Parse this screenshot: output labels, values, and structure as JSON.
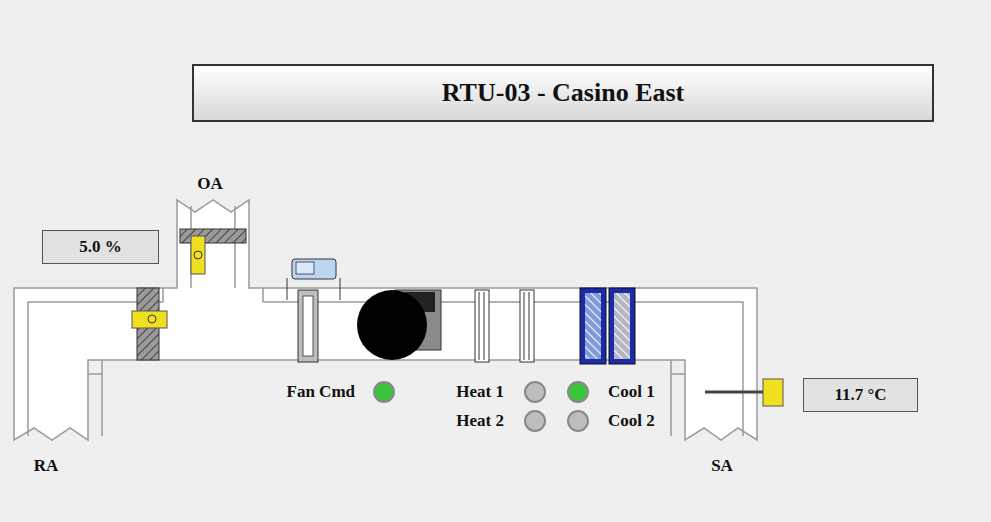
{
  "diagram": {
    "title": "RTU-03 - Casino East",
    "nodes": [
      {
        "text": [
          "5.0 %"
        ]
      },
      {
        "text": [
          "11.7 °C"
        ]
      }
    ],
    "labels": [
      "OA",
      "Fan Cmd",
      "Heat 1",
      "Cool 1",
      "Heat 2",
      "Cool 2",
      "RA",
      "SA"
    ]
  }
}
